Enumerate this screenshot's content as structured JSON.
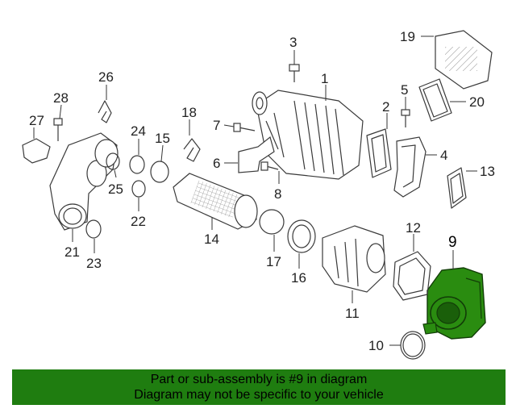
{
  "caption": {
    "line1": "Part or sub-assembly is #9 in diagram",
    "line2": "Diagram may not be specific to your vehicle"
  },
  "highlight_color": "#2a8c10",
  "callouts": [
    "1",
    "2",
    "3",
    "4",
    "5",
    "6",
    "7",
    "8",
    "9",
    "10",
    "11",
    "12",
    "13",
    "14",
    "15",
    "16",
    "17",
    "18",
    "19",
    "20",
    "21",
    "22",
    "23",
    "24",
    "25",
    "26",
    "27",
    "28"
  ],
  "highlighted_part": "9"
}
